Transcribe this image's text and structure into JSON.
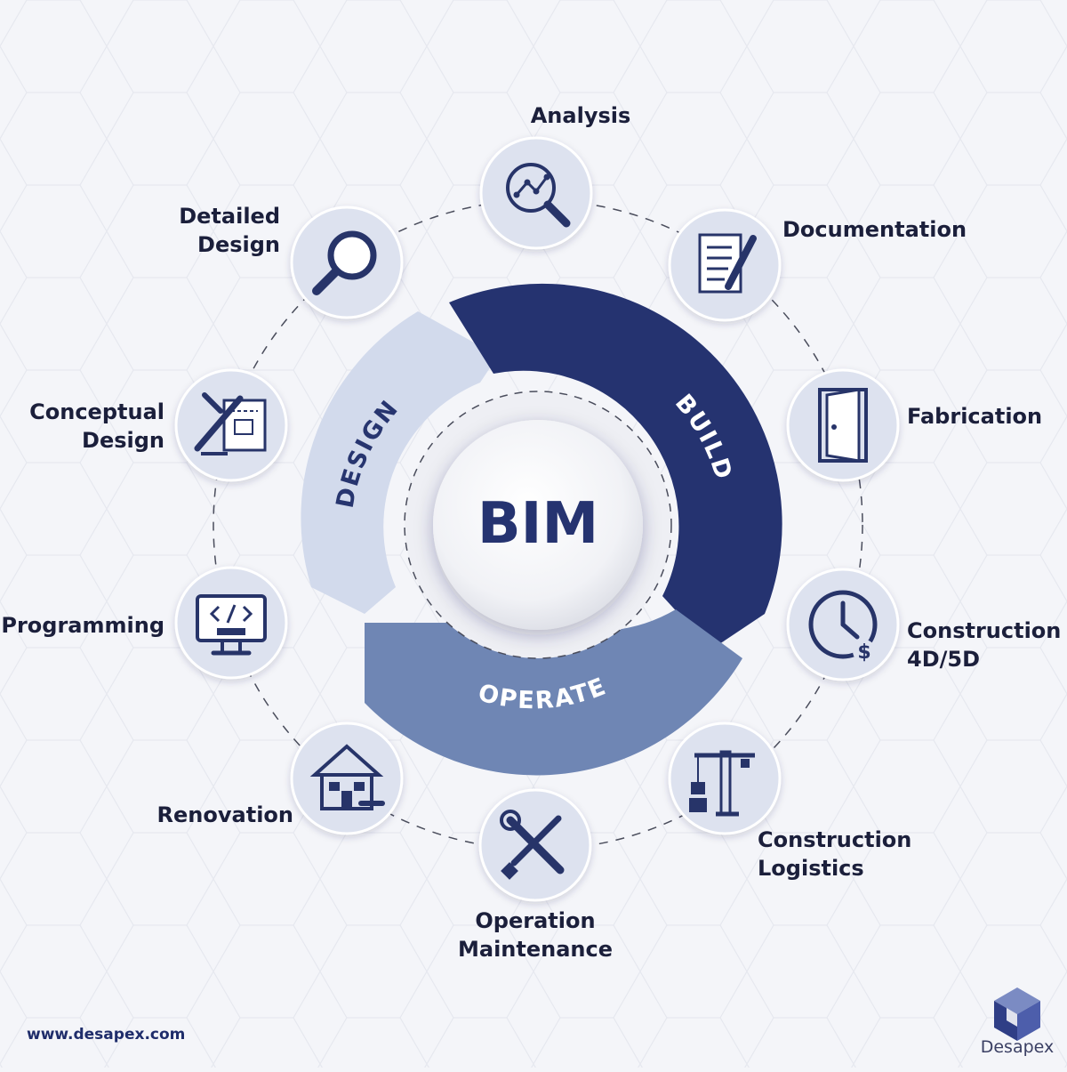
{
  "center": {
    "label": "BIM"
  },
  "phases": [
    {
      "id": "design",
      "label": "DESIGN",
      "color": "#d2daec",
      "text_color": "#27356f"
    },
    {
      "id": "build",
      "label": "BUILD",
      "color": "#253370",
      "text_color": "#ffffff"
    },
    {
      "id": "operate",
      "label": "OPERATE",
      "color": "#6f86b4",
      "text_color": "#ffffff"
    }
  ],
  "nodes": [
    {
      "id": "analysis",
      "lines": [
        "Analysis"
      ],
      "icon": "analysis-magnifier-icon"
    },
    {
      "id": "documentation",
      "lines": [
        "Documentation"
      ],
      "icon": "document-pen-icon"
    },
    {
      "id": "fabrication",
      "lines": [
        "Fabrication"
      ],
      "icon": "door-icon"
    },
    {
      "id": "construction-4d5d",
      "lines": [
        "Construction",
        "4D/5D"
      ],
      "icon": "clock-dollar-icon"
    },
    {
      "id": "construction-logistics",
      "lines": [
        "Construction",
        "Logistics"
      ],
      "icon": "crane-icon"
    },
    {
      "id": "operation-maintenance",
      "lines": [
        "Operation",
        "Maintenance"
      ],
      "icon": "wrench-screwdriver-icon"
    },
    {
      "id": "renovation",
      "lines": [
        "Renovation"
      ],
      "icon": "house-tools-icon"
    },
    {
      "id": "programming",
      "lines": [
        "Programming"
      ],
      "icon": "code-monitor-icon"
    },
    {
      "id": "conceptual-design",
      "lines": [
        "Conceptual",
        "Design"
      ],
      "icon": "drafting-tools-icon"
    },
    {
      "id": "detailed-design",
      "lines": [
        "Detailed",
        "Design"
      ],
      "icon": "magnifying-glass-icon"
    }
  ],
  "footer": {
    "website": "www.desapex.com",
    "brand": "Desapex"
  },
  "colors": {
    "navy": "#253370",
    "light_blue": "#d2daec",
    "mid_blue": "#6f86b4",
    "node_fill": "#dde2ef",
    "icon": "#273469",
    "text": "#1b1f3b"
  }
}
